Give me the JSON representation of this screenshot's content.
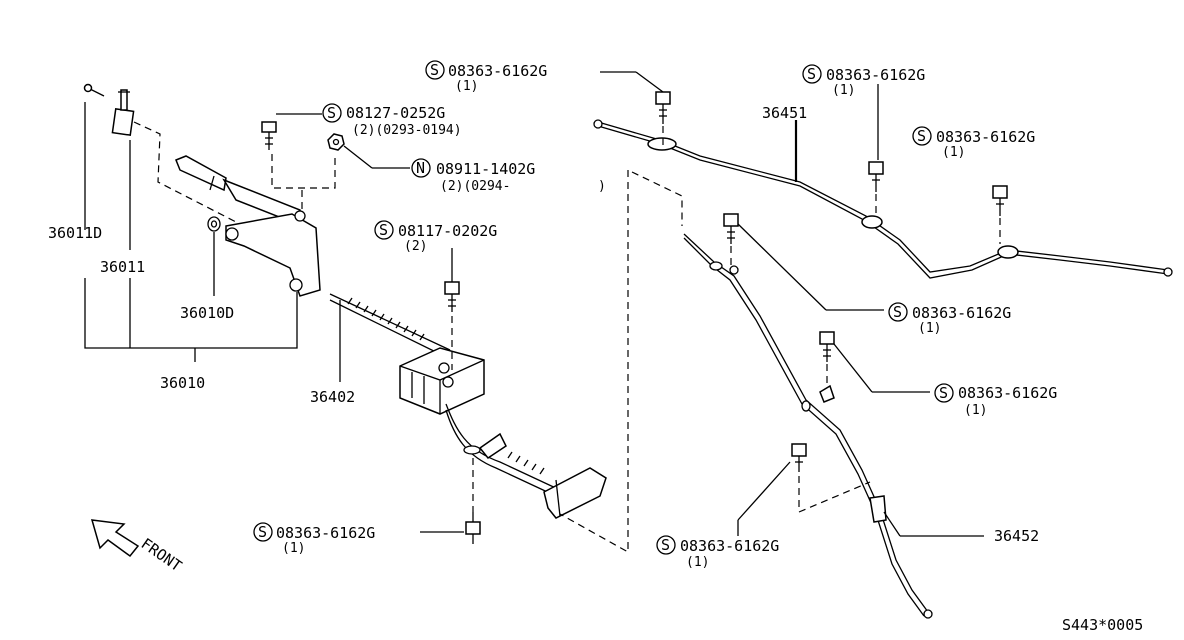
{
  "callouts": [
    {
      "id": "c1",
      "code": "S",
      "pn": "08363-6162G",
      "qty": "(1)"
    },
    {
      "id": "c2",
      "code": "S",
      "pn": "08363-6162G",
      "qty": "(1)"
    },
    {
      "id": "c3",
      "code": "S",
      "pn": "08363-6162G",
      "qty": "(1)"
    },
    {
      "id": "c4",
      "code": "S",
      "pn": "08127-0252G",
      "qty": "(2)(0293-0194)"
    },
    {
      "id": "c5",
      "code": "N",
      "pn": "08911-1402G",
      "qty": "(2)(0294-"
    },
    {
      "id": "c6",
      "code": "S",
      "pn": "08117-0202G",
      "qty": "(2)"
    },
    {
      "id": "c7",
      "code": "S",
      "pn": "08363-6162G",
      "qty": "(1)"
    },
    {
      "id": "c8",
      "code": "S",
      "pn": "08363-6162G",
      "qty": "(1)"
    },
    {
      "id": "c9",
      "code": "S",
      "pn": "08363-6162G",
      "qty": "(1)"
    },
    {
      "id": "c10",
      "code": "S",
      "pn": "08363-6162G",
      "qty": "(1)"
    }
  ],
  "parts": {
    "p36011D": "36011D",
    "p36011": "36011",
    "p36010D": "36010D",
    "p36010": "36010",
    "p36402": "36402",
    "p36451": "36451",
    "p36452": "36452"
  },
  "front_label": "FRONT",
  "paren_close": ")",
  "diagram_code": "S443*0005"
}
